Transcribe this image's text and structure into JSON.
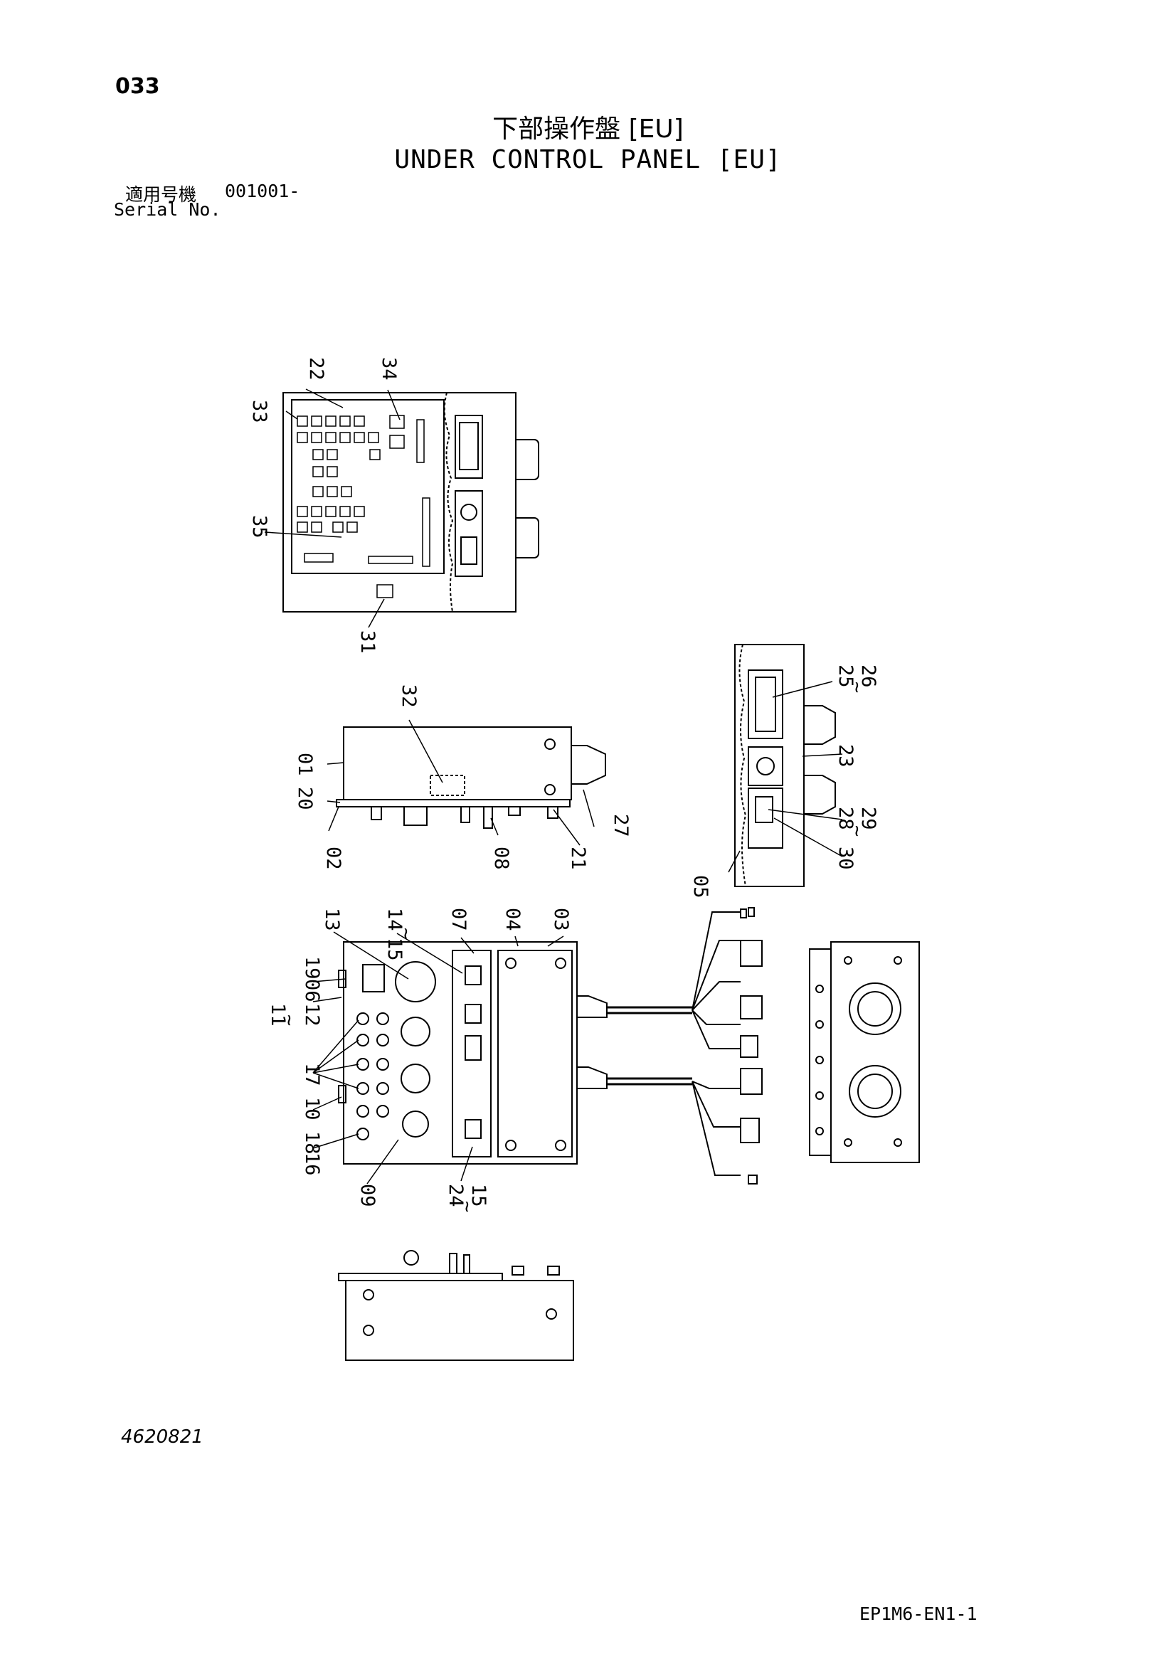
{
  "header": {
    "page_number": "033",
    "title_ja": "下部操作盤 [EU]",
    "title_en": "UNDER CONTROL PANEL [EU]",
    "serial_label_ja": "適用号機",
    "serial_value": "001001-",
    "serial_label_en": "Serial No."
  },
  "footer": {
    "drawing_number": "4620821",
    "page_code": "EP1M6-EN1-1"
  },
  "callouts": {
    "c22": "22",
    "c34": "34",
    "c33": "33",
    "c35": "35",
    "c31": "31",
    "c32": "32",
    "c01": "01",
    "c20": "20",
    "c02": "02",
    "c08": "08",
    "c21": "21",
    "c27": "27",
    "c25": "25",
    "c26": "26",
    "c23": "23",
    "c28": "28",
    "c29": "29",
    "c30": "30",
    "c05": "05",
    "c13": "13",
    "c14": "14",
    "c15": "15",
    "c07": "07",
    "c04": "04",
    "c03": "03",
    "c19": "19",
    "c06": "06",
    "c12": "12",
    "c11": "11",
    "c17": "17",
    "c10": "10",
    "c18": "18",
    "c16": "16",
    "c09": "09",
    "c24": "24",
    "c15b": "15",
    "tilde1": "~",
    "tilde2": "~",
    "tilde3": "~",
    "tilde4": "~",
    "tilde5": "~"
  }
}
